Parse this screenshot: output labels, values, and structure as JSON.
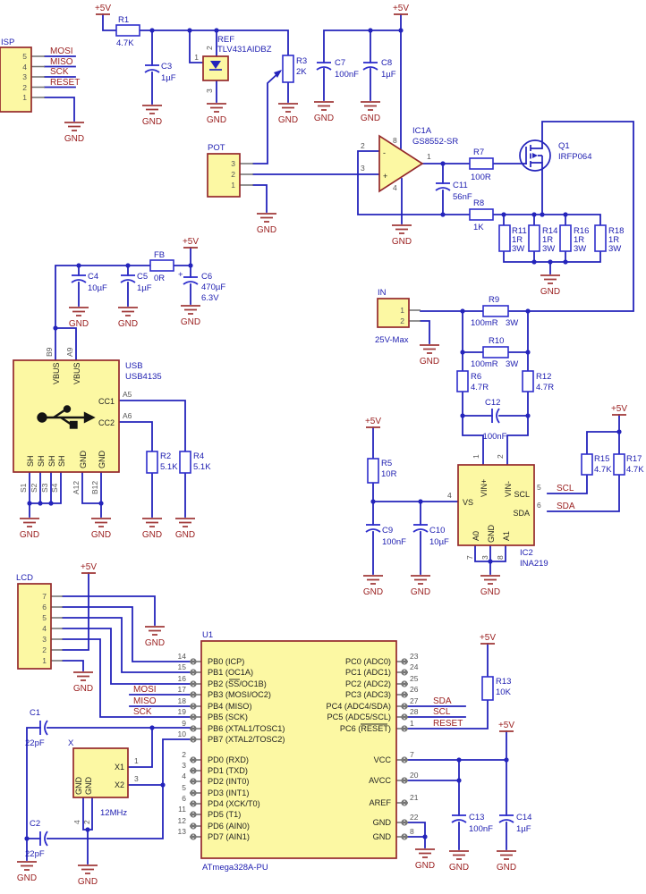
{
  "power": {
    "p5v": "+5V",
    "gnd": "GND"
  },
  "nets": {
    "mosi": "MOSI",
    "miso": "MISO",
    "sck": "SCK",
    "reset": "RESET",
    "scl": "SCL",
    "sda": "SDA"
  },
  "isp": {
    "name": "ISP",
    "pins": [
      "5",
      "4",
      "3",
      "2",
      "1"
    ]
  },
  "r1": {
    "name": "R1",
    "value": "4.7K"
  },
  "c3": {
    "name": "C3",
    "value": "1µF"
  },
  "ref": {
    "name": "REF",
    "value": "TLV431AIDBZ",
    "p1": "1",
    "p2": "2",
    "p3": "3"
  },
  "r3": {
    "name": "R3",
    "value": "2K"
  },
  "c7": {
    "name": "C7",
    "value": "100nF"
  },
  "c8": {
    "name": "C8",
    "value": "1µF"
  },
  "ic1": {
    "name": "IC1A",
    "value": "GS8552-SR",
    "pout": "1",
    "pinv": "2",
    "pnin": "3",
    "pvcc": "8",
    "pgnd": "4",
    "minus": "-",
    "plus": "+"
  },
  "pot": {
    "name": "POT",
    "pins": [
      "3",
      "2",
      "1"
    ]
  },
  "r7": {
    "name": "R7",
    "value": "100R"
  },
  "c11": {
    "name": "C11",
    "value": "56nF"
  },
  "r8": {
    "name": "R8",
    "value": "1K"
  },
  "q1": {
    "name": "Q1",
    "value": "IRFP064"
  },
  "r11": {
    "name": "R11",
    "value": "1R",
    "watt": "3W"
  },
  "r14": {
    "name": "R14",
    "value": "1R",
    "watt": "3W"
  },
  "r16": {
    "name": "R16",
    "value": "1R",
    "watt": "3W"
  },
  "r18": {
    "name": "R18",
    "value": "1R",
    "watt": "3W"
  },
  "fb": {
    "name": "FB",
    "value": "0R"
  },
  "c4": {
    "name": "C4",
    "value": "10µF"
  },
  "c5": {
    "name": "C5",
    "value": "1µF"
  },
  "c6": {
    "name": "C6",
    "value": "470µF",
    "value2": "6.3V",
    "plus": "+"
  },
  "usb": {
    "name": "USB",
    "value": "USB4135",
    "vbus": "VBUS",
    "cc1": "CC1",
    "cc2": "CC2",
    "sh": "SH",
    "gnd": "GND",
    "b9": "B9",
    "a9": "A9",
    "a5": "A5",
    "a6": "A6",
    "s1": "S1",
    "s2": "S2",
    "s3": "S3",
    "s4": "S4",
    "a12": "A12",
    "b12": "B12"
  },
  "r2": {
    "name": "R2",
    "value": "5.1K"
  },
  "r4": {
    "name": "R4",
    "value": "5.1K"
  },
  "inconn": {
    "name": "IN",
    "value": "25V-Max",
    "pins": [
      "1",
      "2"
    ]
  },
  "r9": {
    "name": "R9",
    "value": "100mR",
    "watt": "3W"
  },
  "r10": {
    "name": "R10",
    "value": "100mR",
    "watt": "3W"
  },
  "r6": {
    "name": "R6",
    "value": "4.7R"
  },
  "r12": {
    "name": "R12",
    "value": "4.7R"
  },
  "c12": {
    "name": "C12",
    "value": "100nF"
  },
  "r5": {
    "name": "R5",
    "value": "10R"
  },
  "c9": {
    "name": "C9",
    "value": "100nF"
  },
  "c10": {
    "name": "C10",
    "value": "10µF"
  },
  "ic2": {
    "name": "IC2",
    "value": "INA219",
    "vinp": "VIN+",
    "vinn": "VIN-",
    "vs": "VS",
    "scl": "SCL",
    "sda": "SDA",
    "a0": "A0",
    "gnd": "GND",
    "a1": "A1",
    "n1": "1",
    "n2": "2",
    "n4": "4",
    "n5": "5",
    "n6": "6",
    "n7": "7",
    "n3": "3",
    "n8": "8"
  },
  "r15": {
    "name": "R15",
    "value": "4.7K"
  },
  "r17": {
    "name": "R17",
    "value": "4.7K"
  },
  "lcd": {
    "name": "LCD",
    "pins": [
      "7",
      "6",
      "5",
      "4",
      "3",
      "2",
      "1"
    ]
  },
  "c1": {
    "name": "C1",
    "value": "22pF"
  },
  "c2": {
    "name": "C2",
    "value": "22pF"
  },
  "xtal": {
    "name": "X",
    "value": "12MHz",
    "x1": "X1",
    "x2": "X2",
    "gnd": "GND",
    "n1": "1",
    "n3": "3",
    "n4": "4",
    "n2": "2"
  },
  "r13": {
    "name": "R13",
    "value": "10K"
  },
  "c13": {
    "name": "C13",
    "value": "100nF"
  },
  "c14": {
    "name": "C14",
    "value": "1µF"
  },
  "u1": {
    "name": "U1",
    "value": "ATmega328A-PU",
    "pb": [
      [
        "14",
        "PB0 (ICP)"
      ],
      [
        "15",
        "PB1 (OC1A)"
      ],
      [
        "16",
        "PB2 (SS/OC1B)"
      ],
      [
        "17",
        "PB3 (MOSI/OC2)"
      ],
      [
        "18",
        "PB4 (MISO)"
      ],
      [
        "19",
        "PB5 (SCK)"
      ],
      [
        "9",
        "PB6 (XTAL1/TOSC1)"
      ],
      [
        "10",
        "PB7 (XTAL2/TOSC2)"
      ]
    ],
    "pc": [
      [
        "23",
        "PC0 (ADC0)"
      ],
      [
        "24",
        "PC1 (ADC1)"
      ],
      [
        "25",
        "PC2 (ADC2)"
      ],
      [
        "26",
        "PC3 (ADC3)"
      ],
      [
        "27",
        "PC4 (ADC4/SDA)"
      ],
      [
        "28",
        "PC5 (ADC5/SCL)"
      ],
      [
        "1",
        "PC6 (RESET)"
      ]
    ],
    "pd": [
      [
        "2",
        "PD0 (RXD)"
      ],
      [
        "3",
        "PD1 (TXD)"
      ],
      [
        "4",
        "PD2 (INT0)"
      ],
      [
        "5",
        "PD3 (INT1)"
      ],
      [
        "6",
        "PD4 (XCK/T0)"
      ],
      [
        "11",
        "PD5 (T1)"
      ],
      [
        "12",
        "PD6 (AIN0)"
      ],
      [
        "13",
        "PD7 (AIN1)"
      ]
    ],
    "pwr": [
      [
        "7",
        "VCC"
      ],
      [
        "20",
        "AVCC"
      ],
      [
        "21",
        "AREF"
      ],
      [
        "22",
        "GND"
      ],
      [
        "8",
        "GND"
      ]
    ]
  }
}
